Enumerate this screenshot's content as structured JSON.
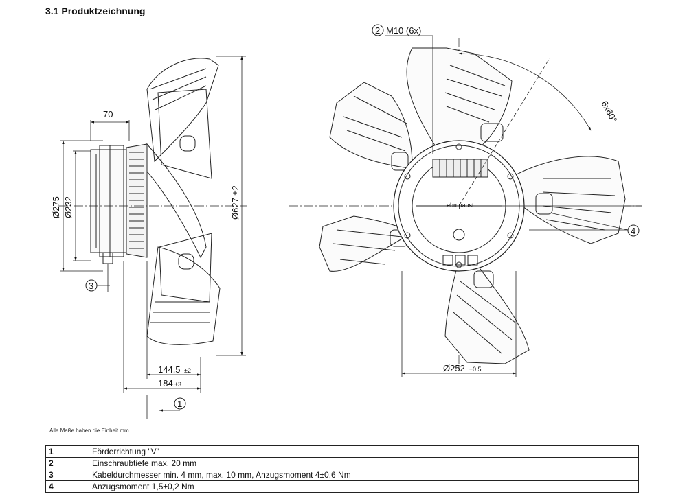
{
  "section_title": "3.1 Produktzeichnung",
  "side_view": {
    "dim_width_top": "70",
    "dim_d275": "Ø275",
    "dim_d232": "Ø232",
    "dim_d627": "Ø627 ±2",
    "dim_depth": "144.5",
    "dim_depth_tol": "±2",
    "dim_total": "184",
    "dim_total_tol": "±3",
    "callout_3": "3",
    "callout_1": "1"
  },
  "front_view": {
    "callout_2": "2",
    "thread": "M10 (6x)",
    "angle": "6x60°",
    "brand": "ebmpapst",
    "callout_4": "4",
    "dim_d252": "Ø252",
    "dim_d252_tol": "±0.5"
  },
  "unit_note": "Alle Maße haben die Einheit mm.",
  "legend_rows": [
    {
      "num": "1",
      "text": "Förderrichtung \"V\""
    },
    {
      "num": "2",
      "text": "Einschraubtiefe max. 20 mm"
    },
    {
      "num": "3",
      "text": "Kabeldurchmesser min. 4 mm, max. 10 mm, Anzugsmoment 4±0,6 Nm"
    },
    {
      "num": "4",
      "text": "Anzugsmoment 1,5±0,2 Nm"
    }
  ]
}
